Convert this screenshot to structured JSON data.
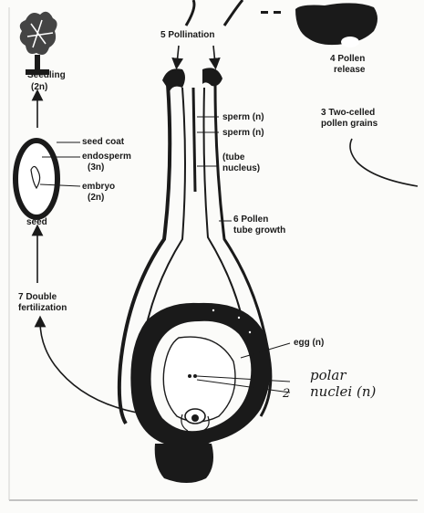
{
  "labels": {
    "seedling": "Seedling",
    "seedling_ploidy": "(2n)",
    "seed_coat": "seed coat",
    "endosperm": "endosperm",
    "endosperm_ploidy": "(3n)",
    "embryo": "embryo",
    "embryo_ploidy": "(2n)",
    "seed": "seed",
    "double_fertilization_1": "7 Double",
    "double_fertilization_2": "fertilization",
    "pollination": "5 Pollination",
    "pollen_release_1": "4 Pollen",
    "pollen_release_2": "release",
    "two_celled_1": "3 Two-celled",
    "two_celled_2": "pollen grains",
    "sperm_1": "sperm (n)",
    "sperm_2": "sperm (n)",
    "tube_nucleus_1": "(tube",
    "tube_nucleus_2": "nucleus)",
    "pollen_tube_1": "6 Pollen",
    "pollen_tube_2": "tube growth",
    "egg": "egg (n)",
    "polar_number": "2",
    "polar_nuclei_1": "polar",
    "polar_nuclei_2": "nuclei (n)"
  },
  "colors": {
    "ink": "#1a1a1a",
    "paper": "#fbfbf9"
  }
}
